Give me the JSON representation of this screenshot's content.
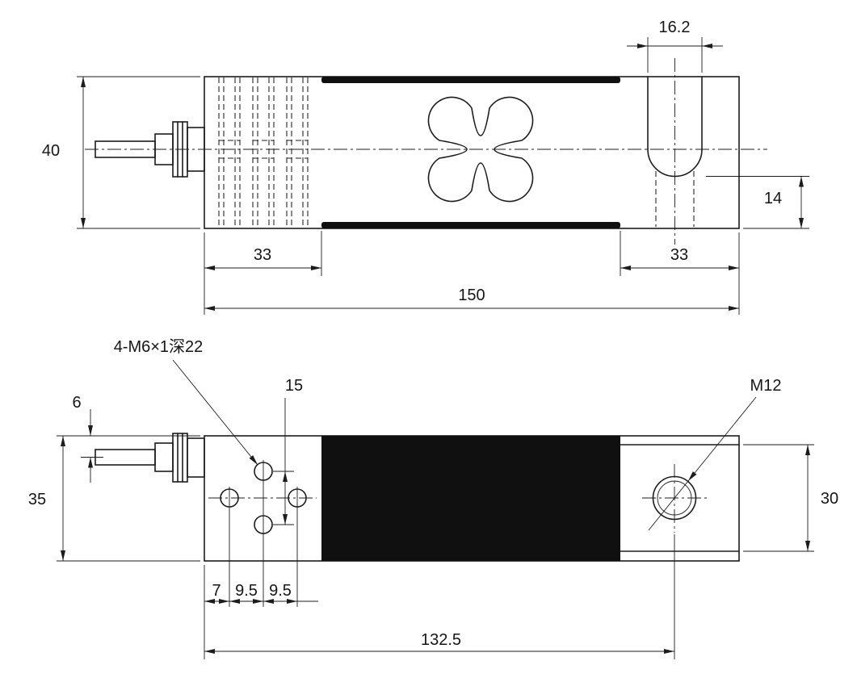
{
  "colors": {
    "line": "#1c1c1c",
    "cutout_fill": "#101010",
    "background": "#ffffff"
  },
  "top_view": {
    "slot_width": "16.2",
    "body_height": "40",
    "slot_bottom_to_base": "14",
    "left_section_length": "33",
    "right_section_length": "33",
    "total_length": "150"
  },
  "bottom_view": {
    "thread_note": "4-M6×1深22",
    "hole_pitch_vertical": "15",
    "cable_offset": "6",
    "body_width": "35",
    "center_thread_label": "M12",
    "block_width": "30",
    "edge_to_first_hole": "7",
    "hole_pitch_a": "9.5",
    "hole_pitch_b": "9.5",
    "edge_to_thread_center": "132.5"
  }
}
